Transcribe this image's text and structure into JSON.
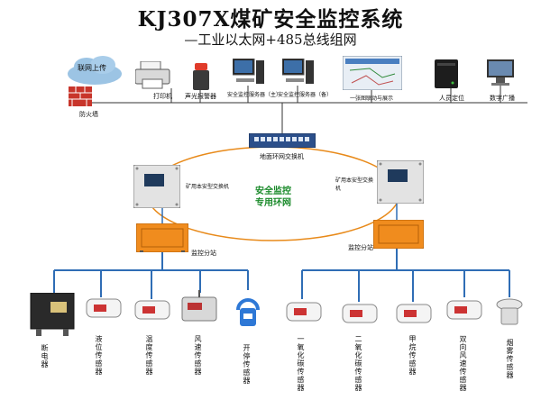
{
  "title": "KJ307X煤矿安全监控系统",
  "subtitle": "—工业以太网+485总线组网",
  "colors": {
    "bus_blue": "#2f6db5",
    "ring_orange": "#e88a1a",
    "ring_text_green": "#1a8a2a",
    "firewall_red": "#c8352b",
    "station_orange": "#f08c1e"
  },
  "top_row": {
    "cloud": "联网上传",
    "firewall": "防火墙",
    "printer": "打印机",
    "alarm": "声光报警器",
    "server_main": "安全监控服务器（主）",
    "server_backup": "安全监控服务器（备）",
    "display": "一张图联动与展示",
    "personnel": "人员定位",
    "broadcast": "数字广播"
  },
  "network": {
    "ground_switch": "地面环网交换机",
    "ring_label_line1": "安全监控",
    "ring_label_line2": "专用环网",
    "mine_switch_left": "矿用本安型交换机",
    "mine_switch_right": "矿用本安型交换机",
    "substation_left": "监控分站",
    "substation_right": "监控分站"
  },
  "sensors": [
    {
      "name": "断电器",
      "icon": "breaker-box-icon"
    },
    {
      "name": "液位传感器",
      "icon": "level-sensor-icon"
    },
    {
      "name": "温度传感器",
      "icon": "temperature-sensor-icon"
    },
    {
      "name": "风速传感器",
      "icon": "wind-speed-sensor-icon"
    },
    {
      "name": "开停传感器",
      "icon": "on-off-sensor-icon"
    },
    {
      "name": "一氧化碳传感器",
      "icon": "co-sensor-icon"
    },
    {
      "name": "二氧化碳传感器",
      "icon": "co2-sensor-icon"
    },
    {
      "name": "甲烷传感器",
      "icon": "methane-sensor-icon"
    },
    {
      "name": "双向风速传感器",
      "icon": "bidirectional-wind-sensor-icon"
    },
    {
      "name": "烟雾传感器",
      "icon": "smoke-sensor-icon"
    }
  ]
}
